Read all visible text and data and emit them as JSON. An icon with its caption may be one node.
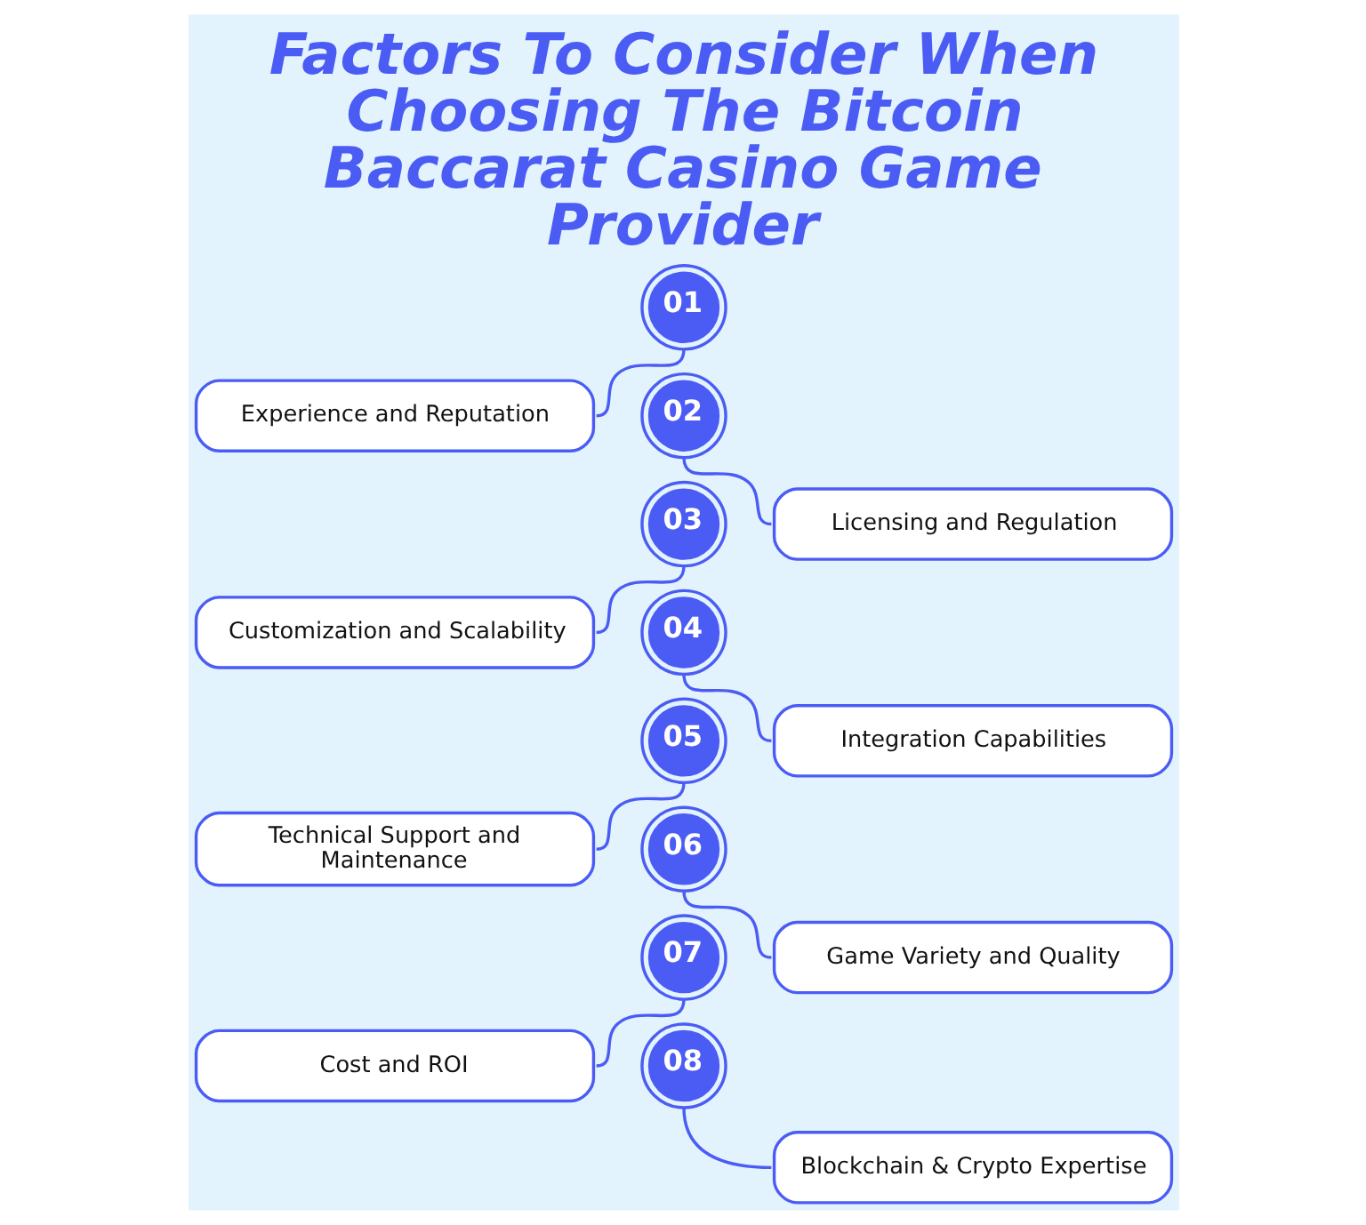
{
  "diagram": {
    "title": "Factors To Consider When Choosing The Bitcoin Baccarat Casino Game Provider",
    "nodes": [
      {
        "text": [
          "01"
        ]
      },
      {
        "text": [
          "Experience and Reputation"
        ]
      },
      {
        "text": [
          "02"
        ]
      },
      {
        "text": [
          "Licensing and Regulation"
        ]
      },
      {
        "text": [
          "03"
        ]
      },
      {
        "text": [
          "Customization and Scalability"
        ]
      },
      {
        "text": [
          "04"
        ]
      },
      {
        "text": [
          "Integration Capabilities"
        ]
      },
      {
        "text": [
          "05"
        ]
      },
      {
        "text": [
          "Technical Support and Maintenance"
        ]
      },
      {
        "text": [
          "06"
        ]
      },
      {
        "text": [
          "Game Variety and Quality"
        ]
      },
      {
        "text": [
          "07"
        ]
      },
      {
        "text": [
          "Cost and ROI"
        ]
      },
      {
        "text": [
          "08"
        ]
      },
      {
        "text": [
          "Blockchain & Crypto Expertise"
        ]
      }
    ],
    "edges": [
      {
        "from": 0,
        "to": 1,
        "arrow": "none"
      },
      {
        "from": 2,
        "to": 3,
        "arrow": "none"
      },
      {
        "from": 4,
        "to": 5,
        "arrow": "none"
      },
      {
        "from": 6,
        "to": 7,
        "arrow": "none"
      },
      {
        "from": 8,
        "to": 9,
        "arrow": "none"
      },
      {
        "from": 10,
        "to": 11,
        "arrow": "none"
      },
      {
        "from": 12,
        "to": 13,
        "arrow": "none"
      },
      {
        "from": 14,
        "to": 15,
        "arrow": "none"
      }
    ]
  }
}
